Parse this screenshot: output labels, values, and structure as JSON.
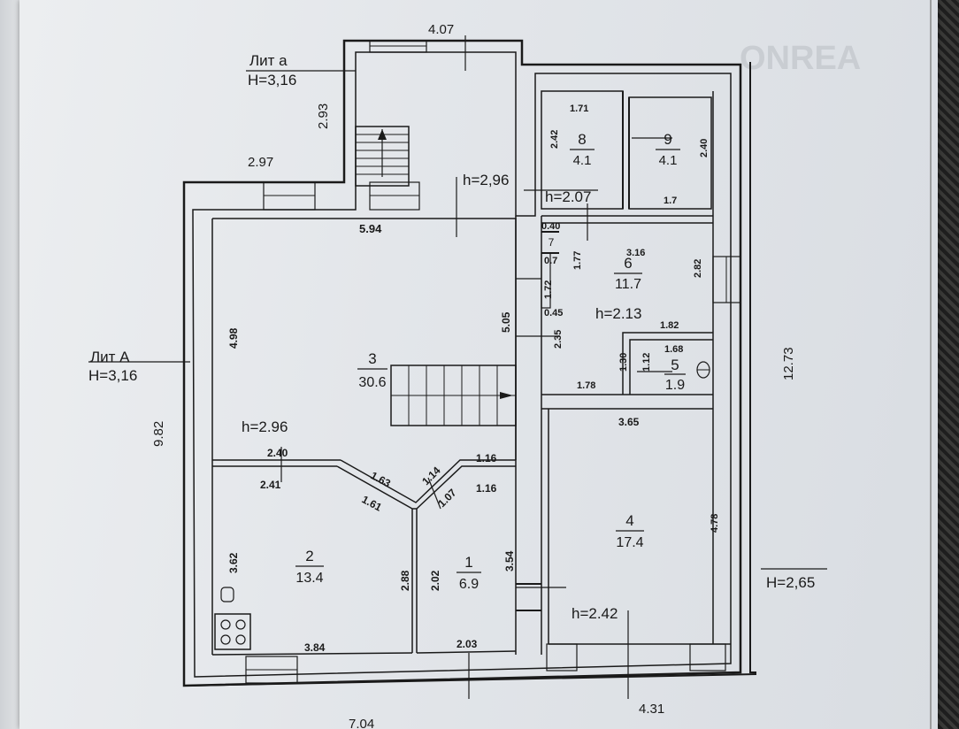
{
  "watermark": "ONREA",
  "liters": [
    {
      "name": "Лит а",
      "height": "Н=3,16"
    },
    {
      "name": "Лит А",
      "height": "Н=3,16"
    }
  ],
  "outer_height": "Н=2,65",
  "rooms": [
    {
      "number": "1",
      "area": "6.9"
    },
    {
      "number": "2",
      "area": "13.4"
    },
    {
      "number": "3",
      "area": "30.6"
    },
    {
      "number": "4",
      "area": "17.4"
    },
    {
      "number": "5",
      "area": "1.9"
    },
    {
      "number": "6",
      "area": "11.7"
    },
    {
      "number": "7",
      "area": ""
    },
    {
      "number": "8",
      "area": "4.1"
    },
    {
      "number": "9",
      "area": "4.1"
    }
  ],
  "ceiling_heights": [
    "h=2,96",
    "h=2.07",
    "h=2.13",
    "h=2.96",
    "h=2.42"
  ],
  "dimensions": {
    "top_extension": "4.07",
    "ext_left": "2.93",
    "left_step": "2.97",
    "overall_left": "9.82",
    "overall_right": "12.73",
    "overall_bottom": "7.04",
    "bottom_right": "4.31",
    "r3_top": "5.94",
    "r3_left": "4.98",
    "r3_right": "5.05",
    "r8_top": "1.71",
    "r8_left": "2.42",
    "r9_right": "2.40",
    "r9_bottom": "1.7",
    "r7_top": "0.40",
    "r7_small": "0.7",
    "r7_side": "1.77",
    "r7_inner": "1.72",
    "r7_bottom": "0.45",
    "r6_top": "3.16",
    "r6_right": "2.82",
    "r6_inner": "2.35",
    "r5_top": "1.82",
    "r5_inner_top": "1.68",
    "r5_side1": "1.30",
    "r5_side2": "1.12",
    "r5_bottom": "1.78",
    "r4_top": "3.65",
    "r4_right": "4.78",
    "r2_top": "2.40",
    "r2_inner_top": "2.41",
    "diag1": "1.63",
    "diag2": "1.61",
    "diag3": "1.14",
    "diag4": "1.07",
    "r1_top1": "1.16",
    "r1_top2": "1.16",
    "r2_left": "3.62",
    "r2_right": "2.88",
    "r1_left": "2.02",
    "r1_right": "3.54",
    "r2_bottom": "3.84",
    "r1_bottom": "2.03"
  }
}
